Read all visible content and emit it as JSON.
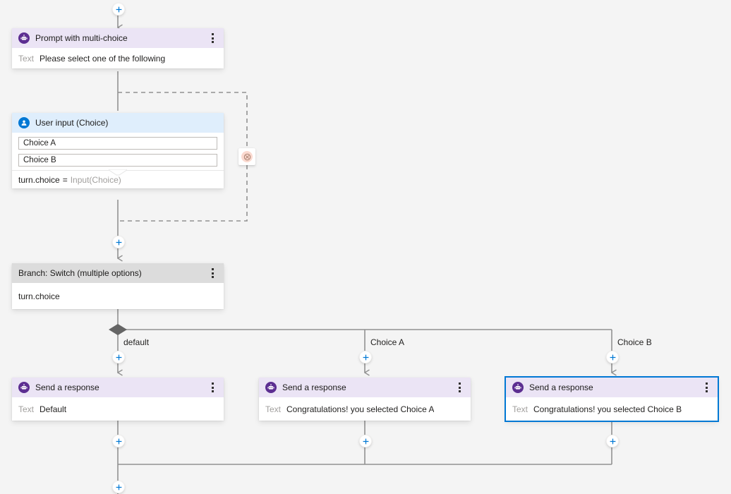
{
  "flow": {
    "nodes": [
      {
        "id": "prompt-multichoice",
        "title": "Prompt with multi-choice",
        "icon": "bot-icon",
        "header_style": "bot",
        "body_label": "Text",
        "body_text": "Please select one of the following"
      },
      {
        "id": "user-input-choice",
        "title": "User input (Choice)",
        "icon": "user-icon",
        "header_style": "user",
        "choices": [
          "Choice A",
          "Choice B"
        ],
        "footer_key": "turn.choice",
        "footer_eq": "=",
        "footer_value": "Input(Choice)"
      },
      {
        "id": "branch-switch",
        "title": "Branch: Switch (multiple options)",
        "icon": "none",
        "header_style": "plain",
        "body_text": "turn.choice"
      },
      {
        "id": "send-response-default",
        "title": "Send a response",
        "icon": "bot-icon",
        "header_style": "bot",
        "body_label": "Text",
        "body_text": "Default",
        "selected": false
      },
      {
        "id": "send-response-choice-a",
        "title": "Send a response",
        "icon": "bot-icon",
        "header_style": "bot",
        "body_label": "Text",
        "body_text": "Congratulations! you selected Choice A",
        "selected": false
      },
      {
        "id": "send-response-choice-b",
        "title": "Send a response",
        "icon": "bot-icon",
        "header_style": "bot",
        "body_label": "Text",
        "body_text": "Congratulations! you selected Choice B",
        "selected": true
      }
    ],
    "branch_labels": [
      "default",
      "Choice A",
      "Choice B"
    ],
    "menu_icon": "more-vertical-icon",
    "add_icon": "plus-icon",
    "error_icon": "cancel-circle-icon",
    "colors": {
      "canvas": "#f4f4f4",
      "bot_header": "#ebe4f5",
      "user_header": "#dfeefc",
      "plain_header": "#dcdcdc",
      "bot_icon": "#5c2e91",
      "user_icon": "#0078d4",
      "selection": "#0078d4",
      "edge": "#919191",
      "plus": "#0078d4",
      "error_badge": "#fbd9cf"
    }
  }
}
